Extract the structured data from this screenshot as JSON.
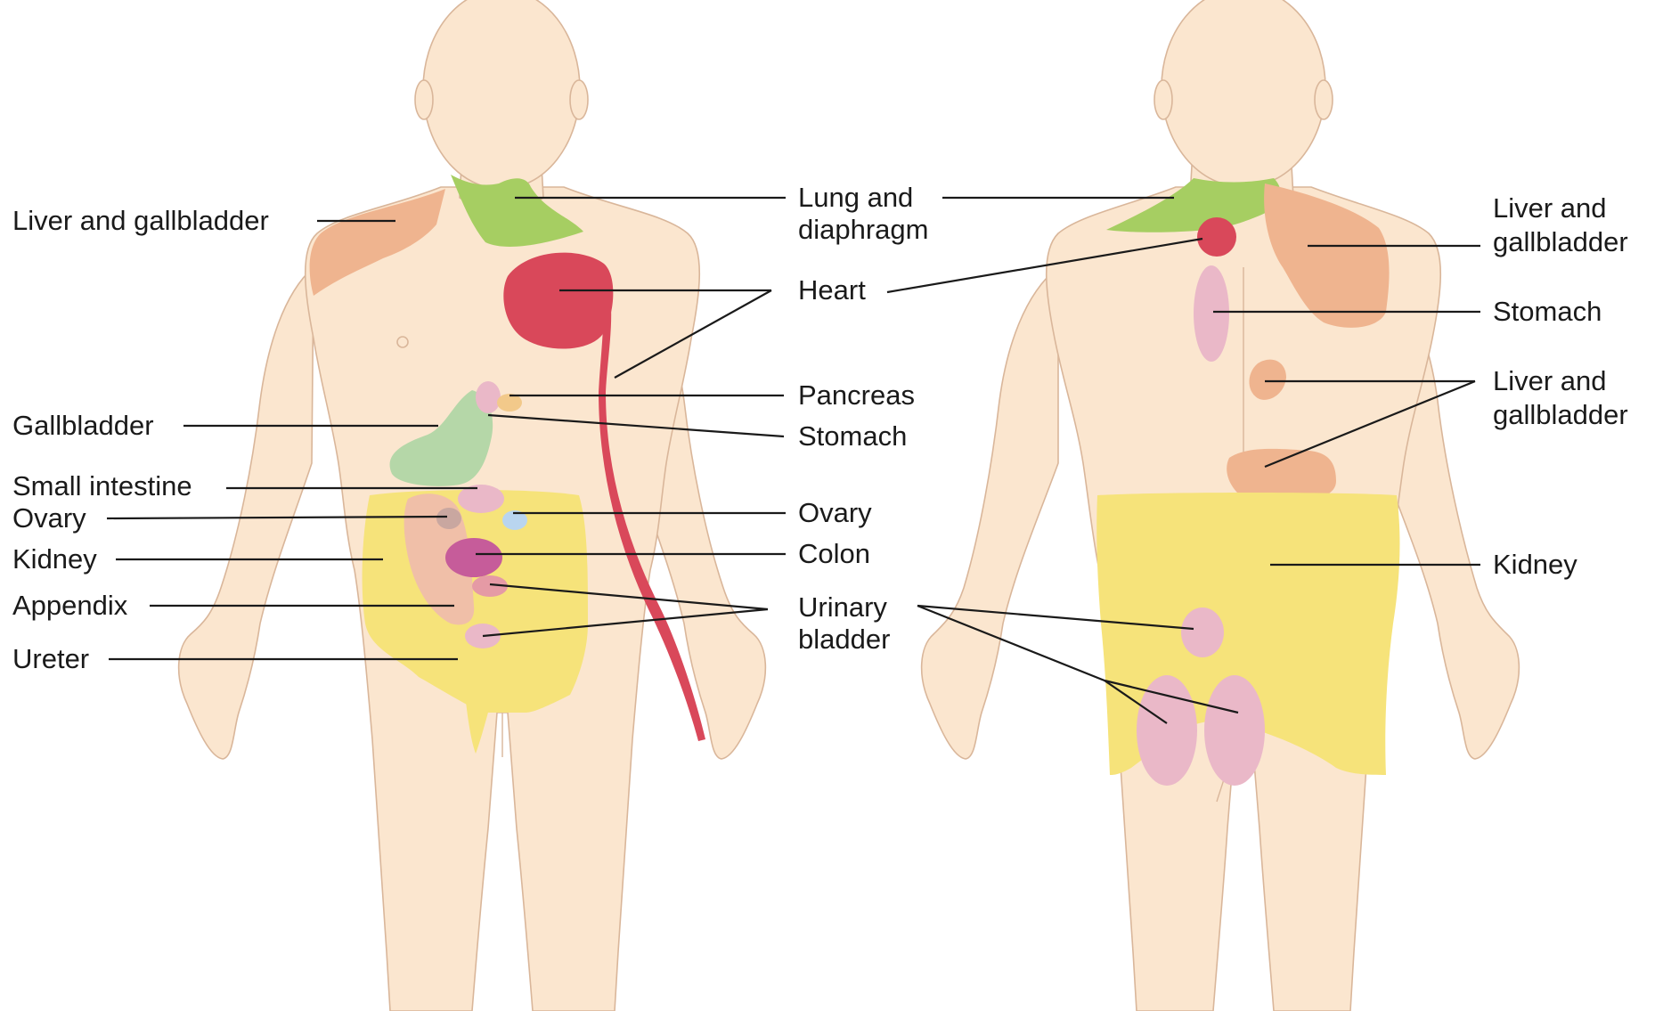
{
  "colors": {
    "skin": "#fbe6cf",
    "liver_gallbladder_zone": "#efb48f",
    "lung_diaphragm_zone": "#a6ce62",
    "heart_zone": "#d9485a",
    "gallbladder_zone": "#b5d7a8",
    "kidney_zone": "#f6e37a",
    "pink_organ_zone": "#eab8c8",
    "colon_zone": "#c65c9a",
    "ovary_blue_zone": "#b9d5ef"
  },
  "anterior": {
    "labels": {
      "liver_gallbladder": "Liver and gallbladder",
      "lung_diaphragm_1": "Lung and",
      "lung_diaphragm_2": "diaphragm",
      "heart": "Heart",
      "pancreas": "Pancreas",
      "stomach": "Stomach",
      "gallbladder": "Gallbladder",
      "small_intestine": "Small intestine",
      "ovary_left": "Ovary",
      "ovary_right": "Ovary",
      "kidney": "Kidney",
      "colon": "Colon",
      "appendix": "Appendix",
      "urinary_bladder_1": "Urinary",
      "urinary_bladder_2": "bladder",
      "ureter": "Ureter"
    }
  },
  "posterior": {
    "labels": {
      "liver_gallbladder_top_1": "Liver and",
      "liver_gallbladder_top_2": "gallbladder",
      "stomach": "Stomach",
      "liver_gallbladder_mid_1": "Liver and",
      "liver_gallbladder_mid_2": "gallbladder",
      "kidney": "Kidney"
    }
  }
}
